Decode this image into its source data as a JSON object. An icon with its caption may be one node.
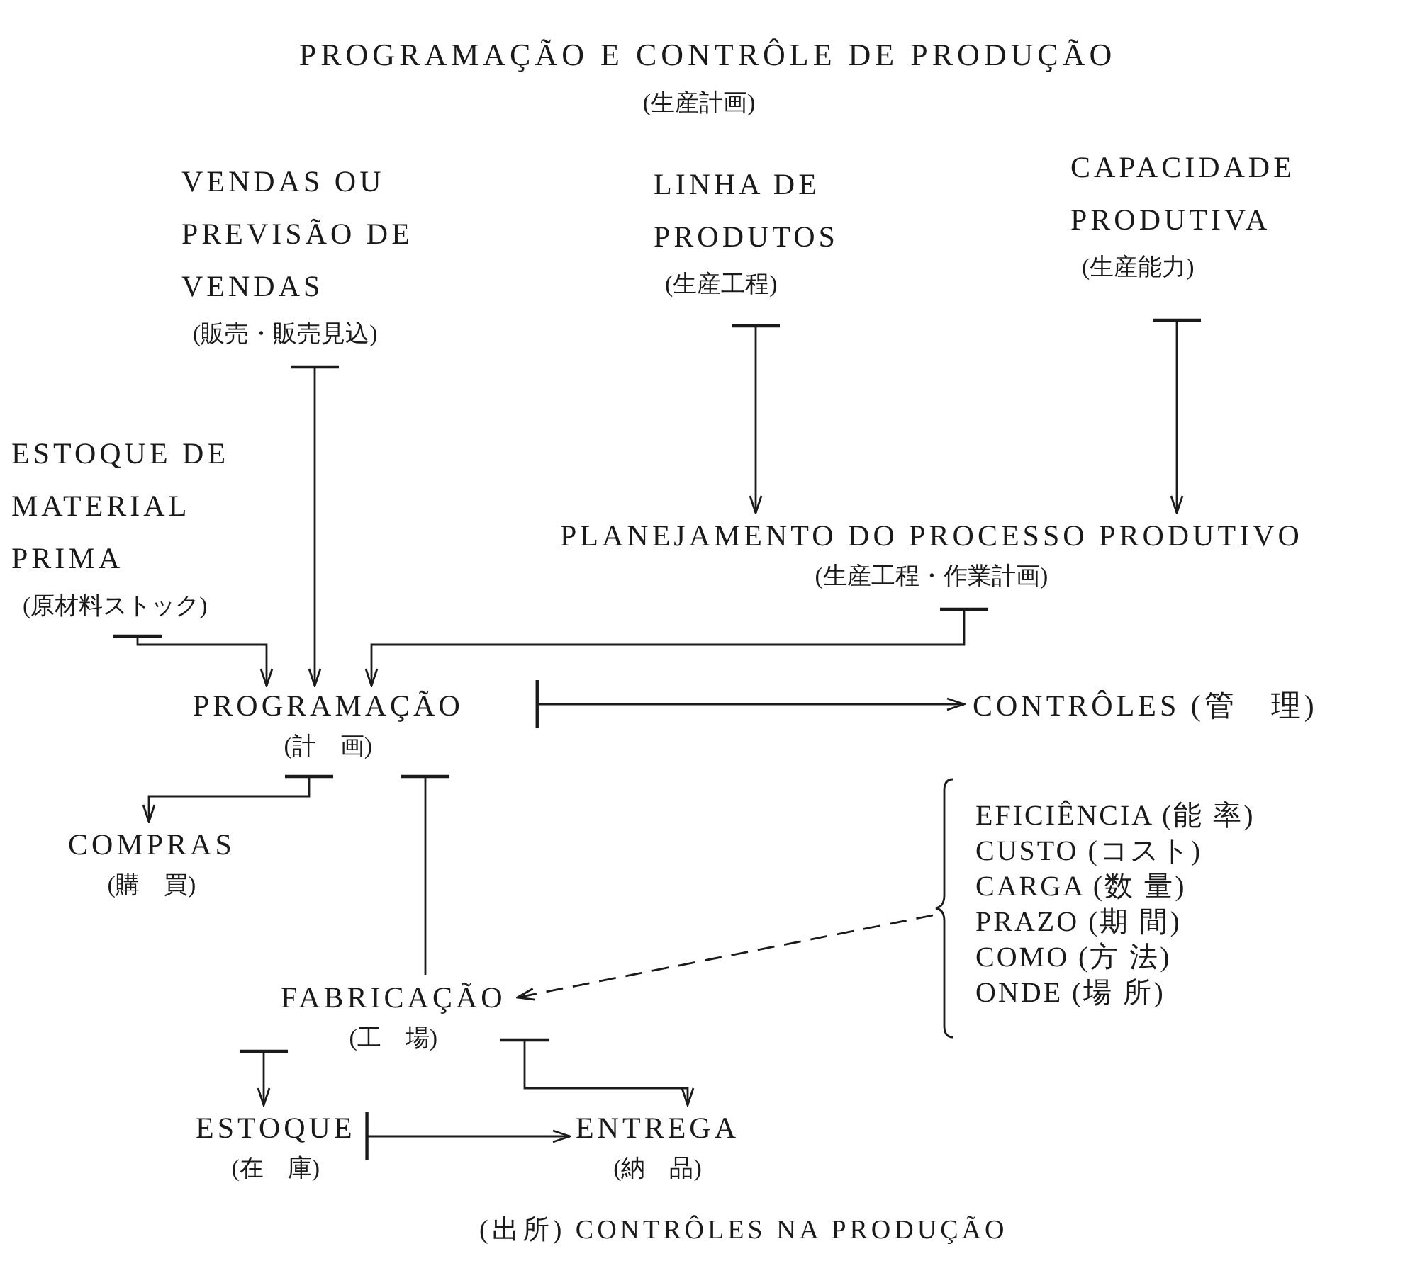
{
  "diagram": {
    "title": "PROGRAMAÇÃO E CONTRÔLE DE PRODUÇÃO",
    "caption": "(出所) CONTRÔLES NA PRODUÇÃO",
    "nodes": [
      {
        "text": [
          "VENDAS OU PREVISÃO DE VENDAS",
          "(販売・販売見込)"
        ]
      },
      {
        "text": [
          "LINHA DE PRODUTOS",
          "(生産工程)"
        ]
      },
      {
        "text": [
          "CAPACIDADE PRODUTIVA",
          "(生産能力)"
        ]
      },
      {
        "text": [
          "PLANEJAMENTO DO PROCESSO PRODUTIVO",
          "(生産工程・作業計画)"
        ]
      },
      {
        "text": [
          "ESTOQUE DE MATERIAL PRIMA",
          "(原材料ストック)"
        ]
      },
      {
        "text": [
          "PROGRAMAÇÃO",
          "(計　画)"
        ]
      },
      {
        "text": [
          "CONTRÔLES (管　理)"
        ]
      },
      {
        "text": [
          "COMPRAS",
          "(購　買)"
        ]
      },
      {
        "text": [
          "FABRICAÇÃO",
          "(工　場)"
        ]
      },
      {
        "text": [
          "ESTOQUE",
          "(在　庫)"
        ]
      },
      {
        "text": [
          "ENTREGA",
          "(納　品)"
        ]
      },
      {
        "text": [
          "EFICIÊNCIA (能 率)",
          "CUSTO (コスト)",
          "CARGA (数 量)",
          "PRAZO (期 間)",
          "COMO (方 法)",
          "ONDE (場 所)"
        ]
      }
    ],
    "edges": [
      {
        "from": 0,
        "to": 5,
        "arrow": "to"
      },
      {
        "from": 1,
        "to": 3,
        "arrow": "to"
      },
      {
        "from": 2,
        "to": 3,
        "arrow": "to"
      },
      {
        "from": 3,
        "to": 5,
        "arrow": "to"
      },
      {
        "from": 4,
        "to": 5,
        "arrow": "to"
      },
      {
        "from": 5,
        "to": 6,
        "arrow": "to"
      },
      {
        "from": 5,
        "to": 7,
        "arrow": "to"
      },
      {
        "from": 5,
        "to": 8,
        "arrow": "other"
      },
      {
        "from": 8,
        "to": 9,
        "arrow": "to"
      },
      {
        "from": 8,
        "to": 10,
        "arrow": "to"
      },
      {
        "from": 9,
        "to": 10,
        "arrow": "to"
      },
      {
        "from": 11,
        "to": 8,
        "arrow": "to",
        "style": "dashed"
      }
    ],
    "labels": [
      "(生産計画)"
    ]
  }
}
